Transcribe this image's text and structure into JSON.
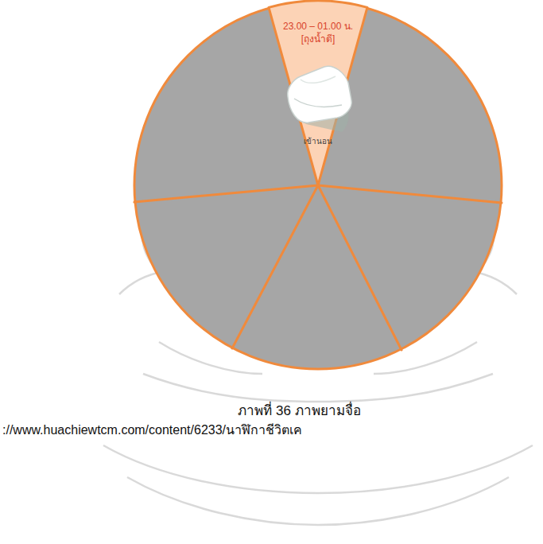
{
  "diagram": {
    "caption": "ภาพที่ 36 ภาพยามจื่อ",
    "nodes": [
      {
        "text": [
          "23.00 – 01.00 น.",
          "[ถุงน้ำดี]",
          "เข้านอน"
        ]
      }
    ],
    "labels": [
      "://www.huachiewtcm.com/content/6233/นาฬิกาชีวิตเค"
    ]
  }
}
